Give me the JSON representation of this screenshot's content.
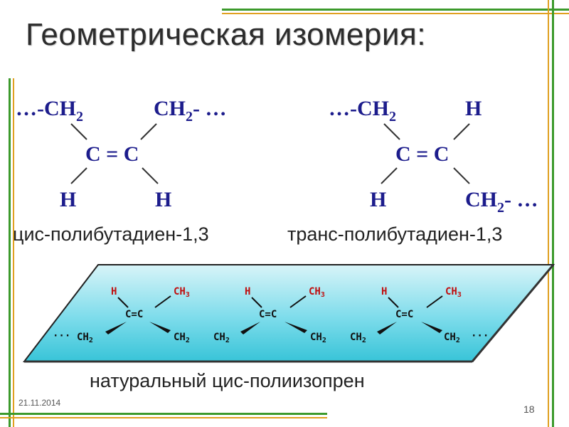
{
  "title": "Геометрическая изомерия:",
  "cis_structure": {
    "top_left": "…-CH",
    "top_left_sub": "2",
    "top_right": "CH",
    "top_right_sub": "2",
    "top_right_tail": "- …",
    "center": "C = C",
    "bottom_left": "H",
    "bottom_right": "H"
  },
  "trans_structure": {
    "top_left": "…-CH",
    "top_left_sub": "2",
    "top_right": "H",
    "center": "C = C",
    "bottom_left": "H",
    "bottom_right": "CH",
    "bottom_right_sub": "2",
    "bottom_right_tail": "- …"
  },
  "caption_cis": "цис-полибутадиен-1,3",
  "caption_trans": "транс-полибутадиен-1,3",
  "polyisoprene": {
    "h": "H",
    "ch3": "CH",
    "ch3_sub": "3",
    "cc": "C=C",
    "ch2": "CH",
    "ch2_sub": "2",
    "dots": "···"
  },
  "caption_natural": "натуральный цис-полиизопрен",
  "footer": {
    "date": "21.11.2014",
    "page_number": "18"
  },
  "colors": {
    "frame_green": "#3c9a2c",
    "frame_orange": "#e0a020",
    "panel_cyan": "#3fc8dc",
    "atom_red": "#c01010",
    "chem_blue": "#1c1c8c"
  }
}
